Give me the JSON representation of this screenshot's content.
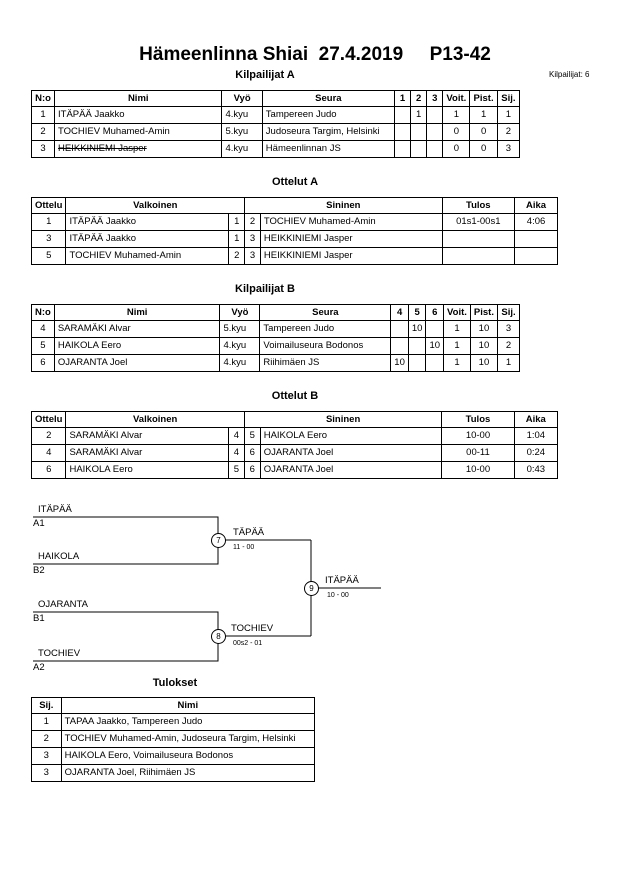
{
  "title": "Hämeenlinna Shiai  27.4.2019     P13-42",
  "competitors_count": "Kilpailijat: 6",
  "group_a": {
    "title": "Kilpailijat A",
    "headers": [
      "N:o",
      "Nimi",
      "Vyö",
      "Seura",
      "1",
      "2",
      "3",
      "Voit.",
      "Pist.",
      "Sij."
    ],
    "rows": [
      {
        "no": "1",
        "name": "ITÄPÄÄ Jaakko",
        "belt": "4.kyu",
        "club": "Tampereen Judo",
        "s1": "",
        "s2": "1",
        "s3": "",
        "wins": "1",
        "points": "1",
        "place": "1"
      },
      {
        "no": "2",
        "name": "TOCHIEV Muhamed-Amin",
        "belt": "5.kyu",
        "club": "Judoseura Targim, Helsinki",
        "s1": "",
        "s2": "",
        "s3": "",
        "wins": "0",
        "points": "0",
        "place": "2"
      },
      {
        "no": "3",
        "name": "HEIKKINIEMI Jasper",
        "belt": "4.kyu",
        "club": "Hämeenlinnan JS",
        "s1": "",
        "s2": "",
        "s3": "",
        "wins": "0",
        "points": "0",
        "place": "3"
      }
    ]
  },
  "matches_a": {
    "title": "Ottelut A",
    "headers": [
      "Ottelu",
      "Valkoinen",
      "Sininen",
      "Tulos",
      "Aika"
    ],
    "rows": [
      {
        "no": "1",
        "white": "ITÄPÄÄ Jaakko",
        "wn": "1",
        "bn": "2",
        "blue": "TOCHIEV Muhamed-Amin",
        "result": "01s1-00s1",
        "time": "4:06"
      },
      {
        "no": "3",
        "white": "ITÄPÄÄ Jaakko",
        "wn": "1",
        "bn": "3",
        "blue": "HEIKKINIEMI Jasper",
        "result": "",
        "time": ""
      },
      {
        "no": "5",
        "white": "TOCHIEV Muhamed-Amin",
        "wn": "2",
        "bn": "3",
        "blue": "HEIKKINIEMI Jasper",
        "result": "",
        "time": ""
      }
    ]
  },
  "group_b": {
    "title": "Kilpailijat B",
    "headers": [
      "N:o",
      "Nimi",
      "Vyö",
      "Seura",
      "4",
      "5",
      "6",
      "Voit.",
      "Pist.",
      "Sij."
    ],
    "rows": [
      {
        "no": "4",
        "name": "SARAMÄKI Alvar",
        "belt": "5.kyu",
        "club": "Tampereen Judo",
        "s1": "",
        "s2": "10",
        "s3": "",
        "wins": "1",
        "points": "10",
        "place": "3"
      },
      {
        "no": "5",
        "name": "HAIKOLA Eero",
        "belt": "4.kyu",
        "club": "Voimailuseura Bodonos",
        "s1": "",
        "s2": "",
        "s3": "10",
        "wins": "1",
        "points": "10",
        "place": "2"
      },
      {
        "no": "6",
        "name": "OJARANTA Joel",
        "belt": "4.kyu",
        "club": "Riihimäen JS",
        "s1": "10",
        "s2": "",
        "s3": "",
        "wins": "1",
        "points": "10",
        "place": "1"
      }
    ]
  },
  "matches_b": {
    "title": "Ottelut B",
    "headers": [
      "Ottelu",
      "Valkoinen",
      "Sininen",
      "Tulos",
      "Aika"
    ],
    "rows": [
      {
        "no": "2",
        "white": "SARAMÄKI Alvar",
        "wn": "4",
        "bn": "5",
        "blue": "HAIKOLA Eero",
        "result": "10-00",
        "time": "1:04"
      },
      {
        "no": "4",
        "white": "SARAMÄKI Alvar",
        "wn": "4",
        "bn": "6",
        "blue": "OJARANTA Joel",
        "result": "00-11",
        "time": "0:24"
      },
      {
        "no": "6",
        "white": "HAIKOLA Eero",
        "wn": "5",
        "bn": "6",
        "blue": "OJARANTA Joel",
        "result": "10-00",
        "time": "0:43"
      }
    ]
  },
  "bracket": {
    "sf1_top_name": "ITÄPÄÄ",
    "sf1_top_seed": "A1",
    "sf1_bottom_name": "HAIKOLA",
    "sf1_bottom_seed": "B2",
    "sf1_no": "7",
    "sf1_winner": "TÄPÄÄ",
    "sf1_score": "11 - 00",
    "sf2_top_name": "OJARANTA",
    "sf2_top_seed": "B1",
    "sf2_bottom_name": "TOCHIEV",
    "sf2_bottom_seed": "A2",
    "sf2_no": "8",
    "sf2_winner": "TOCHIEV",
    "sf2_score": "00s2 - 01",
    "final_no": "9",
    "final_winner": "ITÄPÄÄ",
    "final_score": "10 - 00"
  },
  "results": {
    "title": "Tulokset",
    "headers": [
      "Sij.",
      "Nimi"
    ],
    "rows": [
      {
        "place": "1",
        "name": "TAPAA Jaakko, Tampereen Judo"
      },
      {
        "place": "2",
        "name": "TOCHIEV Muhamed-Amin, Judoseura Targim, Helsinki"
      },
      {
        "place": "3",
        "name": "HAIKOLA Eero, Voimailuseura Bodonos"
      },
      {
        "place": "3",
        "name": "OJARANTA Joel, Riihimäen JS"
      }
    ]
  }
}
